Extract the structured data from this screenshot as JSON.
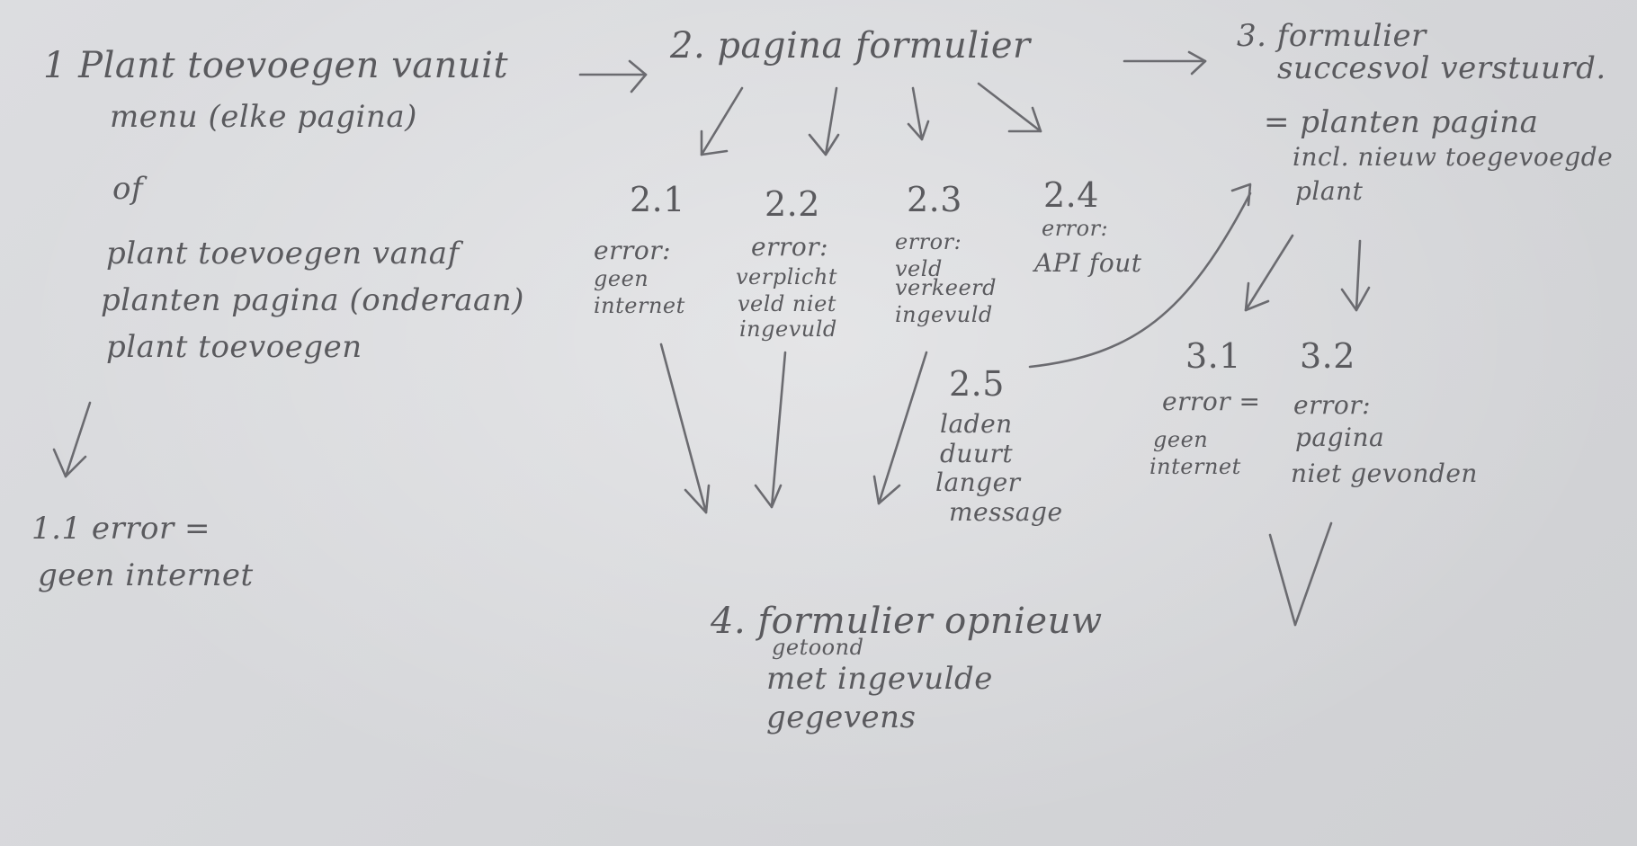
{
  "diagram": {
    "step1": {
      "title": "1 Plant toevoegen vanuit",
      "line2": "menu (elke pagina)",
      "or": "of",
      "alt1": "plant toevoegen vanaf",
      "alt2": "planten pagina (onderaan)",
      "alt3": "plant toevoegen"
    },
    "step1_1": {
      "line1": "1.1 error =",
      "line2": "geen internet"
    },
    "step2": {
      "title": "2. pagina formulier"
    },
    "step2_1": {
      "num": "2.1",
      "l1": "error:",
      "l2": "geen",
      "l3": "internet"
    },
    "step2_2": {
      "num": "2.2",
      "l1": "error:",
      "l2": "verplicht",
      "l3": "veld niet",
      "l4": "ingevuld"
    },
    "step2_3": {
      "num": "2.3",
      "l1": "error:",
      "l2": "veld",
      "l3": "verkeerd",
      "l4": "ingevuld"
    },
    "step2_4": {
      "num": "2.4",
      "l1": "error:",
      "l2": "API fout"
    },
    "step2_5": {
      "num": "2.5",
      "l1": "laden",
      "l2": "duurt",
      "l3": "langer",
      "l4": "message"
    },
    "step3": {
      "title": "3. formulier",
      "l2": "succesvol verstuurd.",
      "l3": "= planten pagina",
      "l4": "incl. nieuw toegevoegde",
      "l5": "plant"
    },
    "step3_1": {
      "num": "3.1",
      "l1": "error =",
      "l2": "geen",
      "l3": "internet"
    },
    "step3_2": {
      "num": "3.2",
      "l1": "error:",
      "l2": "pagina",
      "l3": "niet gevonden"
    },
    "step4": {
      "title": "4. formulier opnieuw",
      "l2": "getoond",
      "l3": "met ingevulde",
      "l4": "gegevens"
    }
  }
}
